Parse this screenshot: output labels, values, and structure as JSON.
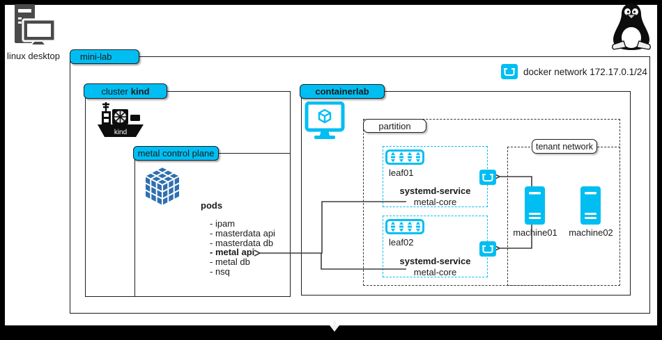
{
  "colors": {
    "accent": "#00bef2",
    "cube_blue": "#2e6fb0",
    "icon_gray": "#4a4a4a",
    "line": "#3b3b3b"
  },
  "desktop": {
    "label": "linux desktop"
  },
  "legend": {
    "docker_network_label": "docker network 172.17.0.1/24"
  },
  "mini_lab": {
    "label": "mini-lab"
  },
  "cluster": {
    "label_prefix": "cluster",
    "label_bold": "kind",
    "ship_text": "kind"
  },
  "control_plane": {
    "label": "metal control plane",
    "pods_title": "pods",
    "pods": [
      "- ipam",
      "- masterdata api",
      "- masterdata db",
      "- metal api",
      "- metal db",
      "- nsq"
    ]
  },
  "containerlab": {
    "label": "containerlab"
  },
  "partition": {
    "label": "partition"
  },
  "tenant": {
    "label": "tenant network"
  },
  "leaves": [
    {
      "name": "leaf01",
      "service_title": "systemd-service",
      "service_name": "metal-core"
    },
    {
      "name": "leaf02",
      "service_title": "systemd-service",
      "service_name": "metal-core"
    }
  ],
  "machines": [
    {
      "name": "machine01"
    },
    {
      "name": "machine02"
    }
  ]
}
